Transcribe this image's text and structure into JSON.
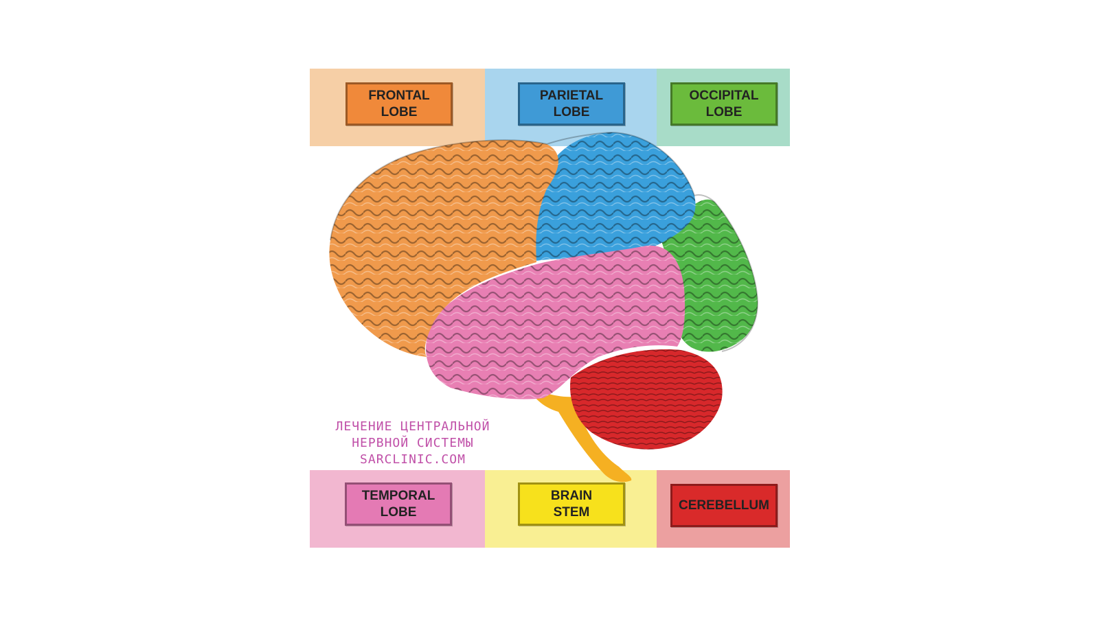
{
  "legend": {
    "frontal": {
      "label": "FRONTAL\nLOBE",
      "color": "#f0893a",
      "band": "#f6cfa6"
    },
    "parietal": {
      "label": "PARIETAL\nLOBE",
      "color": "#3f9ad6",
      "band": "#a9d5ee"
    },
    "occipital": {
      "label": "OCCIPITAL\nLOBE",
      "color": "#6bbb3c",
      "band": "#a8dcc8"
    },
    "temporal": {
      "label": "TEMPORAL\nLOBE",
      "color": "#e47ab4",
      "band": "#f2b7d0"
    },
    "brainstem": {
      "label": "BRAIN\nSTEM",
      "color": "#f7e11c",
      "band": "#f9ef93"
    },
    "cerebellum": {
      "label": "CEREBELLUM",
      "color": "#d92a2a",
      "band": "#eca0a0"
    }
  },
  "watermark": {
    "line1": "ЛЕЧЕНИЕ ЦЕНТРАЛЬНОЙ",
    "line2": "НЕРВНОЙ СИСТЕМЫ",
    "line3": "SARCLINIC.COM"
  },
  "regions": {
    "frontal": "#f09a4c",
    "parietal": "#3aa0dc",
    "occipital": "#52b84a",
    "temporal": "#e87fb3",
    "cerebellum": "#d7282b",
    "brainstem": "#f5b022"
  }
}
